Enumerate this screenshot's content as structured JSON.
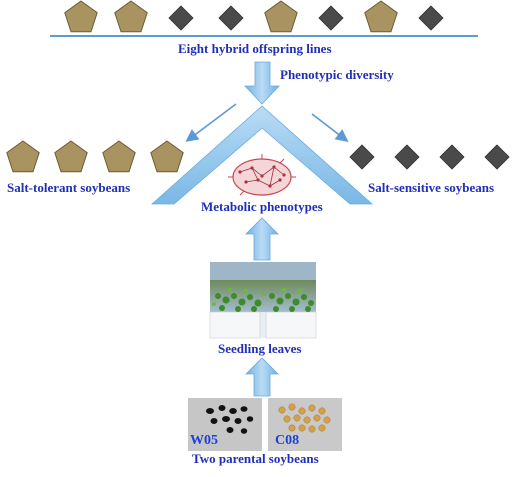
{
  "labels": {
    "offspring": "Eight hybrid offspring lines",
    "diversity": "Phenotypic diversity",
    "tolerant": "Salt-tolerant soybeans",
    "sensitive": "Salt-sensitive soybeans",
    "metabolic": "Metabolic phenotypes",
    "seedling": "Seedling leaves",
    "parents": "Two parental soybeans",
    "w05": "W05",
    "c08": "C08"
  },
  "top_row": [
    "pentagon",
    "pentagon",
    "diamond",
    "diamond",
    "pentagon",
    "diamond",
    "pentagon",
    "diamond"
  ],
  "tolerant_row": [
    "pentagon",
    "pentagon",
    "pentagon",
    "pentagon"
  ],
  "sensitive_row": [
    "diamond",
    "diamond",
    "diamond",
    "diamond"
  ],
  "colors": {
    "text": "#1f2fb8",
    "pentagon_fill": "#a89361",
    "pentagon_stroke": "#6e5d36",
    "diamond_fill": "#4a4a4a",
    "arrow": "#8fc3ea",
    "line": "#5a9bd5"
  }
}
